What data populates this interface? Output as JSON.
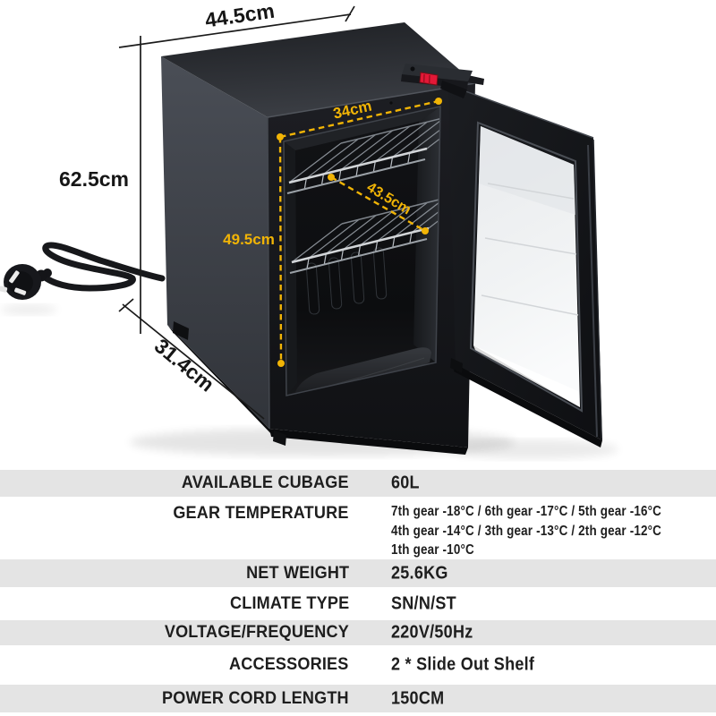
{
  "diagram": {
    "width_label": "44.5cm",
    "height_label": "62.5cm",
    "depth_label": "31.4cm",
    "inner_width_label": "34cm",
    "inner_depth_label": "43.5cm",
    "inner_height_label": "49.5cm",
    "accent_color": "#f1b406"
  },
  "spec_table": {
    "stripe_color": "#e4e4e4",
    "rows": [
      {
        "label": "AVAILABLE CUBAGE",
        "value": "60L"
      },
      {
        "label": "GEAR TEMPERATURE",
        "value_lines": [
          "7th gear  -18°C / 6th gear  -17°C / 5th gear  -16°C",
          "4th gear  -14°C / 3th gear  -13°C / 2th gear  -12°C",
          "1th gear  -10°C"
        ]
      },
      {
        "label": "NET WEIGHT",
        "value": "25.6KG"
      },
      {
        "label": "CLIMATE TYPE",
        "value": "SN/N/ST"
      },
      {
        "label": "VOLTAGE/FREQUENCY",
        "value": "220V/50Hz"
      },
      {
        "label": "ACCESSORIES",
        "value": "2 * Slide Out Shelf"
      },
      {
        "label": "POWER CORD LENGTH",
        "value": "150CM"
      }
    ]
  }
}
